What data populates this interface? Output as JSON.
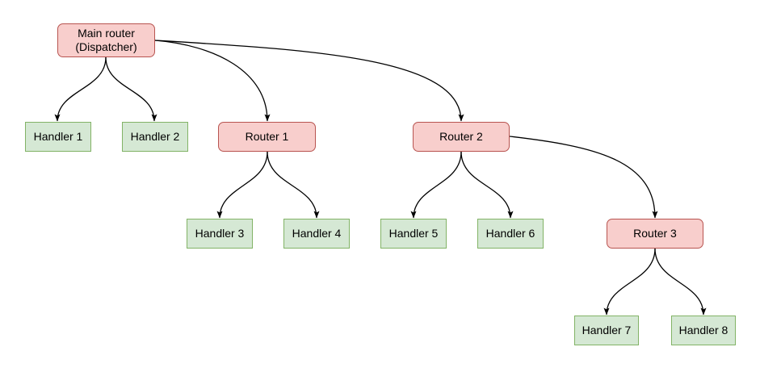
{
  "diagram": {
    "colors": {
      "background": "#ffffff",
      "text": "#000000",
      "edge_stroke": "#000000",
      "router_fill": "#f8cecc",
      "router_stroke": "#b85450",
      "handler_fill": "#d5e8d4",
      "handler_stroke": "#82b366"
    },
    "nodes": [
      {
        "id": "main-router",
        "type": "router",
        "lines": [
          "Main router",
          "(Dispatcher)"
        ]
      },
      {
        "id": "handler-1",
        "type": "handler",
        "label": "Handler 1"
      },
      {
        "id": "handler-2",
        "type": "handler",
        "label": "Handler 2"
      },
      {
        "id": "router-1",
        "type": "router",
        "label": "Router 1"
      },
      {
        "id": "router-2",
        "type": "router",
        "label": "Router 2"
      },
      {
        "id": "handler-3",
        "type": "handler",
        "label": "Handler 3"
      },
      {
        "id": "handler-4",
        "type": "handler",
        "label": "Handler 4"
      },
      {
        "id": "handler-5",
        "type": "handler",
        "label": "Handler 5"
      },
      {
        "id": "handler-6",
        "type": "handler",
        "label": "Handler 6"
      },
      {
        "id": "router-3",
        "type": "router",
        "label": "Router 3"
      },
      {
        "id": "handler-7",
        "type": "handler",
        "label": "Handler 7"
      },
      {
        "id": "handler-8",
        "type": "handler",
        "label": "Handler 8"
      }
    ],
    "edges": [
      {
        "from": "main-router",
        "to": "handler-1"
      },
      {
        "from": "main-router",
        "to": "handler-2"
      },
      {
        "from": "main-router",
        "to": "router-1"
      },
      {
        "from": "main-router",
        "to": "router-2"
      },
      {
        "from": "router-1",
        "to": "handler-3"
      },
      {
        "from": "router-1",
        "to": "handler-4"
      },
      {
        "from": "router-2",
        "to": "handler-5"
      },
      {
        "from": "router-2",
        "to": "handler-6"
      },
      {
        "from": "router-2",
        "to": "router-3"
      },
      {
        "from": "router-3",
        "to": "handler-7"
      },
      {
        "from": "router-3",
        "to": "handler-8"
      }
    ]
  }
}
